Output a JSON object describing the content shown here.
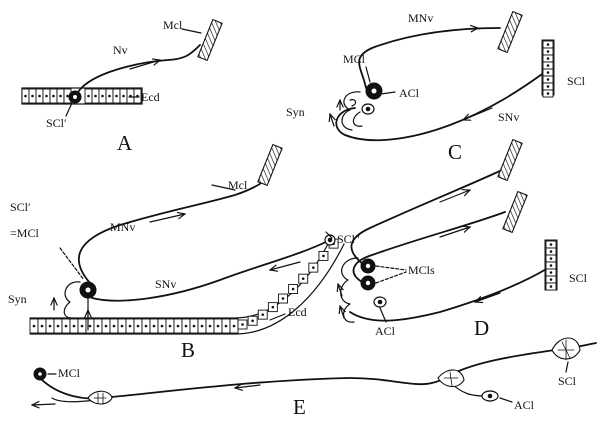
{
  "panels": {
    "A": {
      "letter": "A",
      "labels": {
        "mcl": "Mcl",
        "nv": "Nv",
        "ecd": "Ecd",
        "scl": "SCl′"
      }
    },
    "B": {
      "letter": "B",
      "labels": {
        "scl_prime": "SCl′",
        "eq_mcl": "=MCl",
        "mcl": "Mcl",
        "mnv": "MNv",
        "scl_dprime": "SCl″",
        "syn": "Syn",
        "snv": "SNv",
        "ecd": "Ecd"
      }
    },
    "C": {
      "letter": "C",
      "labels": {
        "mnv": "MNv",
        "mcl": "MCl",
        "acl": "ACl",
        "scl": "SCl",
        "syn": "Syn",
        "snv": "SNv"
      }
    },
    "D": {
      "letter": "D",
      "labels": {
        "mcls": "MCls",
        "scl": "SCl",
        "acl": "ACl"
      }
    },
    "E": {
      "letter": "E",
      "labels": {
        "mcl": "MCl",
        "scl": "SCl",
        "acl": "ACl"
      }
    }
  }
}
